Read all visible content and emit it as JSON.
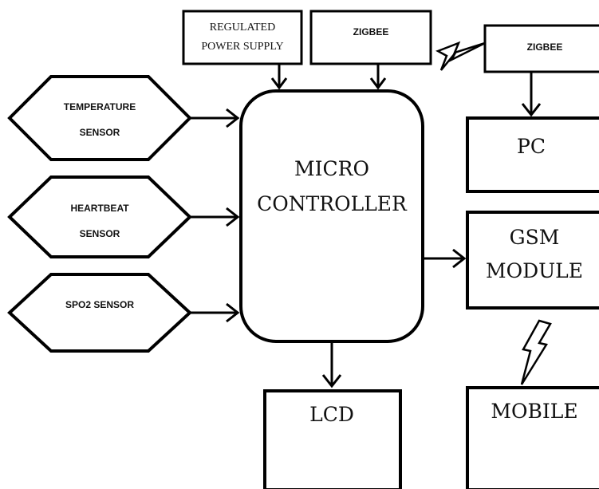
{
  "blocks": {
    "power_supply": {
      "line1": "REGULATED",
      "line2": "POWER SUPPLY"
    },
    "zigbee_tx": "ZIGBEE",
    "zigbee_rx": "ZIGBEE",
    "pc": "PC",
    "micro": {
      "line1": "MICRO",
      "line2": "CONTROLLER"
    },
    "temperature": {
      "line1": "TEMPERATURE",
      "line2": "SENSOR"
    },
    "heartbeat": {
      "line1": "HEARTBEAT",
      "line2": "SENSOR"
    },
    "spo2": "SPO2 SENSOR",
    "gsm": {
      "line1": "GSM",
      "line2": "MODULE"
    },
    "lcd": "LCD",
    "mobile": "MOBILE"
  },
  "icons": [
    "wireless-bolt-icon",
    "wireless-bolt-icon"
  ],
  "colors": {
    "stroke": "#000000",
    "background": "#ffffff"
  }
}
